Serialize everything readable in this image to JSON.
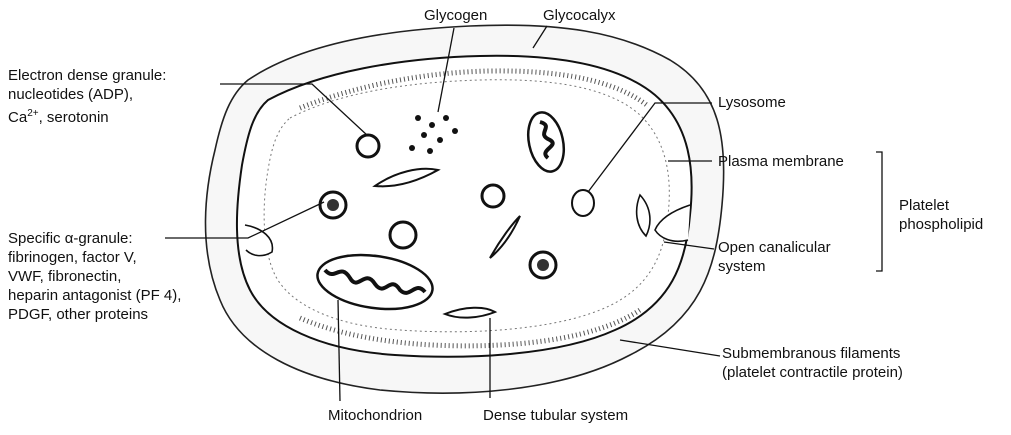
{
  "labels": {
    "glycogen": "Glycogen",
    "glycocalyx": "Glycocalyx",
    "electron_dense": {
      "line1": "Electron dense granule:",
      "line2": "nucleotides (ADP),",
      "line3_prefix": "Ca",
      "line3_sup": "2+",
      "line3_suffix": ", serotonin"
    },
    "lysosome": "Lysosome",
    "plasma_membrane": "Plasma membrane",
    "platelet_phospholipid": {
      "line1": "Platelet",
      "line2": "phospholipid"
    },
    "open_canalicular": {
      "line1": "Open canalicular",
      "line2": "system"
    },
    "specific_granule": {
      "line1": "Specific α-granule:",
      "line2": "fibrinogen, factor V,",
      "line3": "VWF, fibronectin,",
      "line4": "heparin antagonist (PF 4),",
      "line5": "PDGF, other proteins"
    },
    "submembranous": {
      "line1": "Submembranous filaments",
      "line2": "(platelet contractile protein)"
    },
    "mitochondrion": "Mitochondrion",
    "dense_tubular": "Dense tubular system"
  }
}
